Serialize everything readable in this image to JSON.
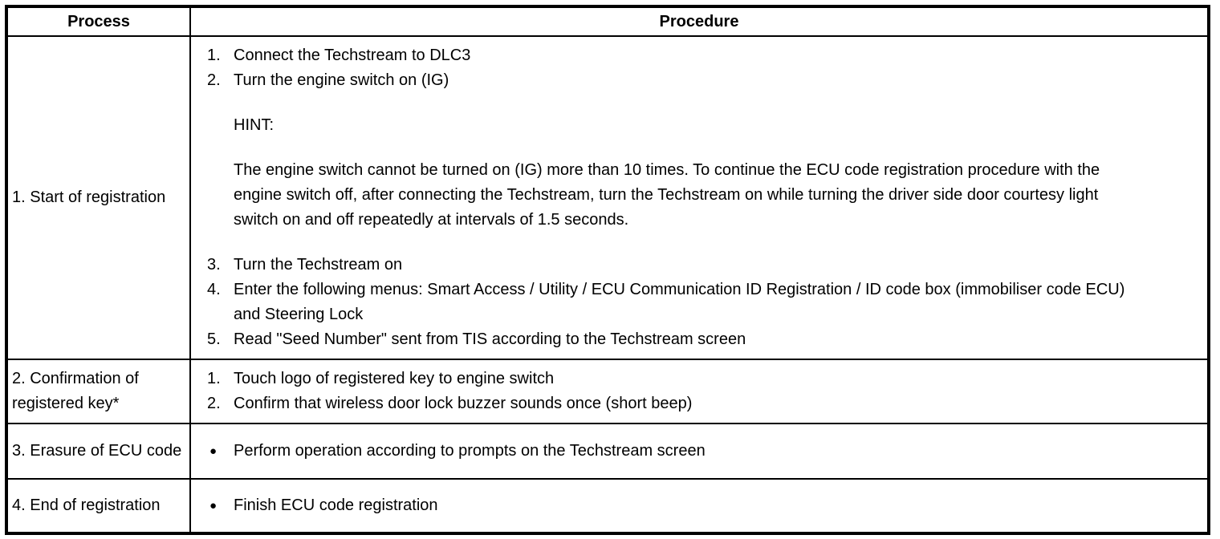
{
  "ui": {
    "bullet_glyph": "●"
  },
  "table": {
    "headers": [
      "Process",
      "Procedure"
    ],
    "rows": [
      {
        "process": "1. Start of registration",
        "blocks": [
          {
            "type": "list",
            "marker": "decimal",
            "start": 1,
            "items": [
              "Connect the Techstream to DLC3",
              "Turn the engine switch on (IG)"
            ]
          },
          {
            "type": "text",
            "text": "HINT:"
          },
          {
            "type": "text",
            "text": "The engine switch cannot be turned on (IG) more than 10 times. To continue the ECU code registration procedure with the engine switch off, after connecting the Techstream, turn the Techstream on while turning the driver side door courtesy light switch on and off repeatedly at intervals of 1.5 seconds."
          },
          {
            "type": "list",
            "marker": "decimal",
            "start": 3,
            "items": [
              "Turn the Techstream on",
              "Enter the following menus: Smart Access / Utility / ECU Communication ID Registration / ID code box (immobiliser code ECU) and Steering Lock",
              "Read \"Seed Number\" sent from TIS according to the Techstream screen"
            ]
          }
        ]
      },
      {
        "process": "2. Confirmation of registered key*",
        "blocks": [
          {
            "type": "list",
            "marker": "decimal",
            "start": 1,
            "items": [
              "Touch logo of registered key to engine switch",
              "Confirm that wireless door lock buzzer sounds once (short beep)"
            ]
          }
        ]
      },
      {
        "process": "3. Erasure of ECU code",
        "blocks": [
          {
            "type": "list",
            "marker": "bullet",
            "items": [
              "Perform operation according to prompts on the Techstream screen"
            ]
          }
        ]
      },
      {
        "process": "4. End of registration",
        "blocks": [
          {
            "type": "list",
            "marker": "bullet",
            "items": [
              "Finish ECU code registration"
            ]
          }
        ]
      }
    ]
  }
}
